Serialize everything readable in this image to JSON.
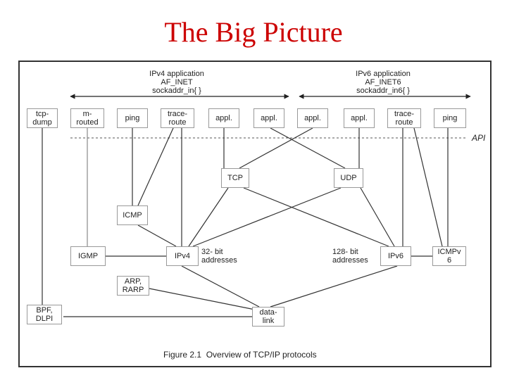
{
  "title": "The Big Picture",
  "ipv4_header": "IPv4 application\nAF_INET\nsockaddr_in{ }",
  "ipv6_header": "IPv6 application\nAF_INET6\nsockaddr_in6{ }",
  "apps": {
    "tcpdump": "tcp-\ndump",
    "mrouted": "m-\nrouted",
    "ping4": "ping",
    "traceroute4": "trace-\nroute",
    "appl1": "appl.",
    "appl2": "appl.",
    "appl3": "appl.",
    "appl4": "appl.",
    "traceroute6": "trace-\nroute",
    "ping6": "ping"
  },
  "api_label": "API",
  "nodes": {
    "tcp": "TCP",
    "udp": "UDP",
    "icmp": "ICMP",
    "igmp": "IGMP",
    "ipv4": "IPv4",
    "ipv6": "IPv6",
    "icmpv6": "ICMPv\n6",
    "arp": "ARP,\nRARP",
    "bpf": "BPF,\nDLPI",
    "datalink": "data-\nlink"
  },
  "addr32": "32- bit\naddresses",
  "addr128": "128- bit\naddresses",
  "caption": "Figure 2.1  Overview of TCP/IP protocols"
}
